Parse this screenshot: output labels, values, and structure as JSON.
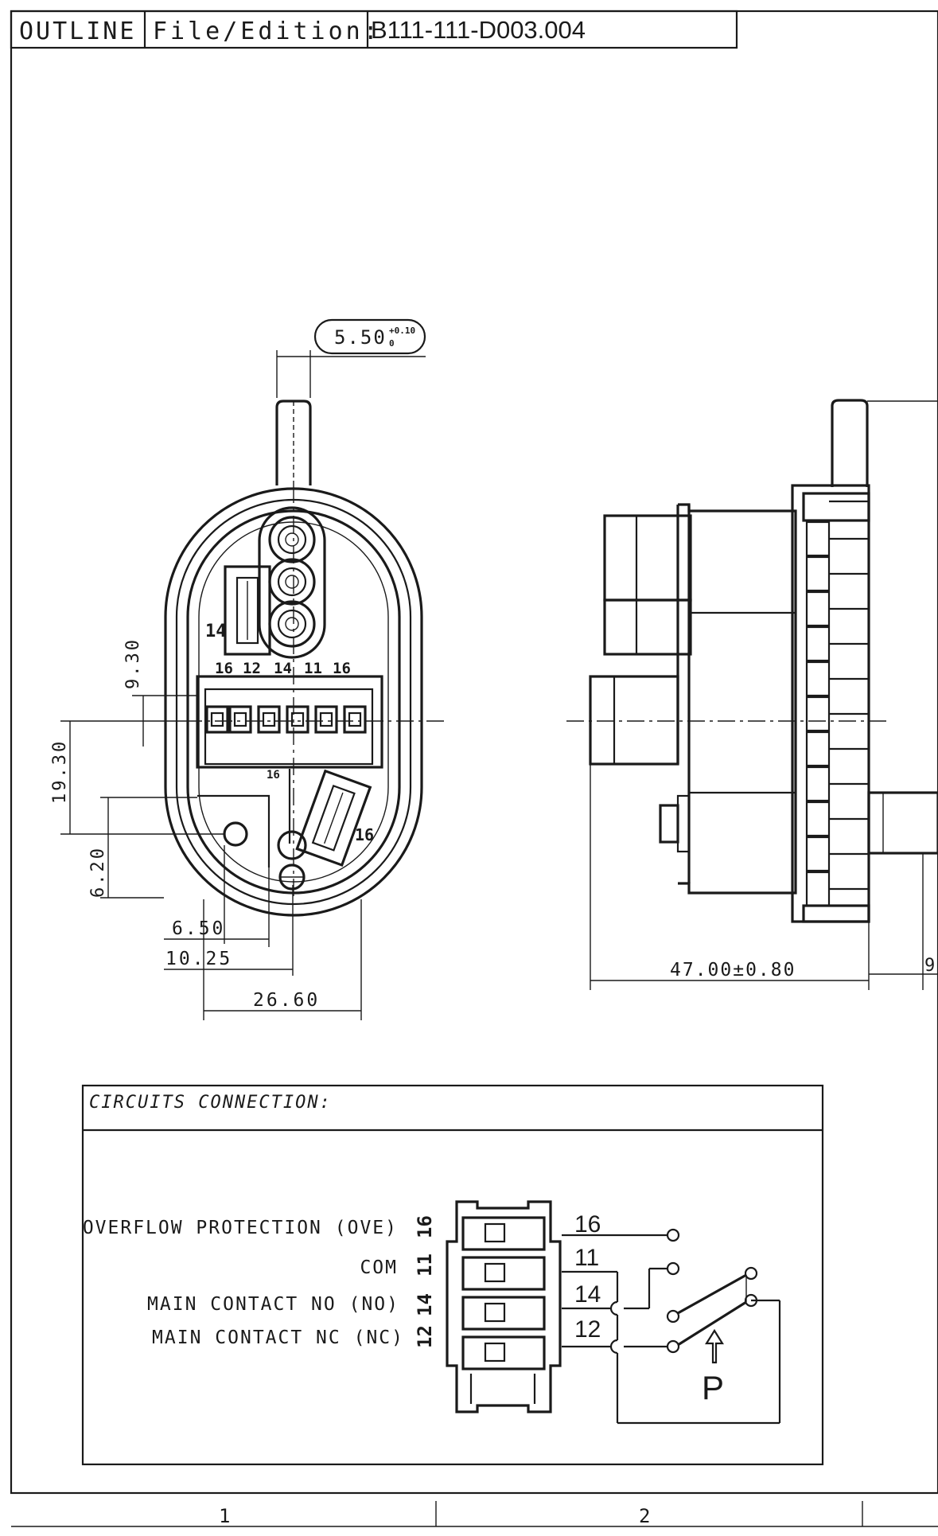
{
  "title_block": {
    "outline": "OUTLINE",
    "file_label": "File/Edition:",
    "file_value": "B111-111-D003.004"
  },
  "dimensions": {
    "tube_diameter": "5.50",
    "tube_tol_upper": "+0.10",
    "tube_tol_lower": "0",
    "d_9_30": "9.30",
    "d_19_30": "19.30",
    "d_6_20": "6.20",
    "d_6_50": "6.50",
    "d_10_25": "10.25",
    "d_26_60": "26.60",
    "d_47_00": "47.00±0.80",
    "d_9": "9"
  },
  "front_labels": {
    "pin_16": "16",
    "pin_12": "12",
    "pin_14": "14",
    "pin_11": "11",
    "pin_16b": "16",
    "pin_14_side": "14",
    "pin_16_bottom": "16",
    "pin_16_lower": "16"
  },
  "circuits": {
    "header": "CIRCUITS CONNECTION:",
    "rows": [
      {
        "label": "OVERFLOW PROTECTION (OVE)",
        "pin": "16"
      },
      {
        "label": "COM",
        "pin": "11"
      },
      {
        "label": "MAIN CONTACT NO (NO)",
        "pin": "14"
      },
      {
        "label": "MAIN CONTACT NC (NC)",
        "pin": "12"
      }
    ],
    "pressure_label": "P"
  },
  "footer": {
    "zone_1": "1",
    "zone_2": "2"
  }
}
